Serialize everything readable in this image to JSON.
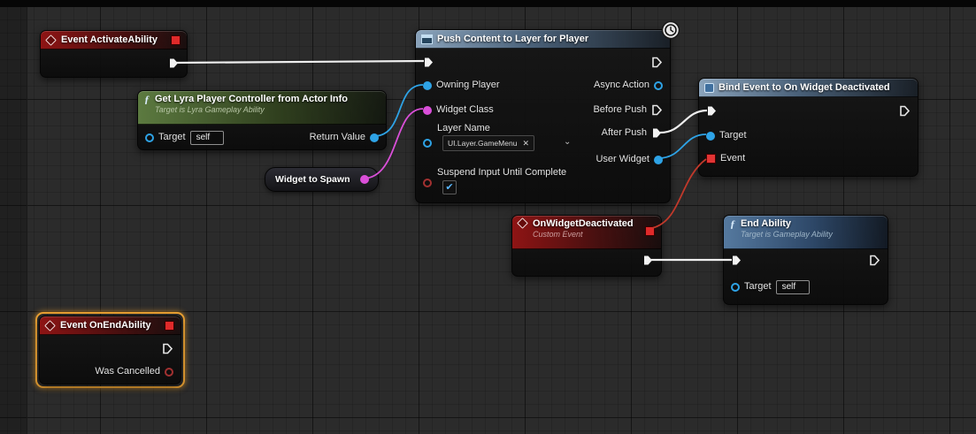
{
  "graph": {
    "bg_color": "#2b2b2b"
  },
  "icons": {
    "function": "ƒ",
    "close": "✕",
    "chevron_down": "⌄",
    "check": "✔"
  },
  "colors": {
    "exec_wire": "#efefef",
    "object_pin": "#2ea3e6",
    "class_pin": "#da4fd9",
    "bool_pin": "#a33131",
    "delegate_pin": "#e23434",
    "selection": "#f0a534",
    "event_header": "#8e1414",
    "pure_function_header": "#5c7a40",
    "async_header": "#8aa3bb",
    "function_header": "#55799f"
  },
  "nodes": {
    "event_activate_ability": {
      "title": "Event ActivateAbility"
    },
    "get_lyra_player_controller": {
      "title": "Get Lyra Player Controller from Actor Info",
      "subtitle": "Target is Lyra Gameplay Ability",
      "pins": {
        "target": "Target",
        "target_value": "self",
        "return_value": "Return Value"
      }
    },
    "widget_to_spawn": {
      "title": "Widget to Spawn"
    },
    "push_content": {
      "title": "Push Content to Layer for Player",
      "pins": {
        "owning_player": "Owning Player",
        "widget_class": "Widget Class",
        "layer_name": "Layer Name",
        "layer_value": "UI.Layer.GameMenu",
        "suspend_input": "Suspend Input Until Complete",
        "async_action": "Async Action",
        "before_push": "Before Push",
        "after_push": "After Push",
        "user_widget": "User Widget"
      }
    },
    "bind_event": {
      "title": "Bind Event to On Widget Deactivated",
      "pins": {
        "target": "Target",
        "event": "Event"
      }
    },
    "on_widget_deactivated": {
      "title": "OnWidgetDeactivated",
      "subtitle": "Custom Event"
    },
    "end_ability": {
      "title": "End Ability",
      "subtitle": "Target is Gameplay Ability",
      "pins": {
        "target": "Target",
        "target_value": "self"
      }
    },
    "event_on_end_ability": {
      "title": "Event OnEndAbility",
      "pins": {
        "was_cancelled": "Was Cancelled"
      }
    }
  }
}
